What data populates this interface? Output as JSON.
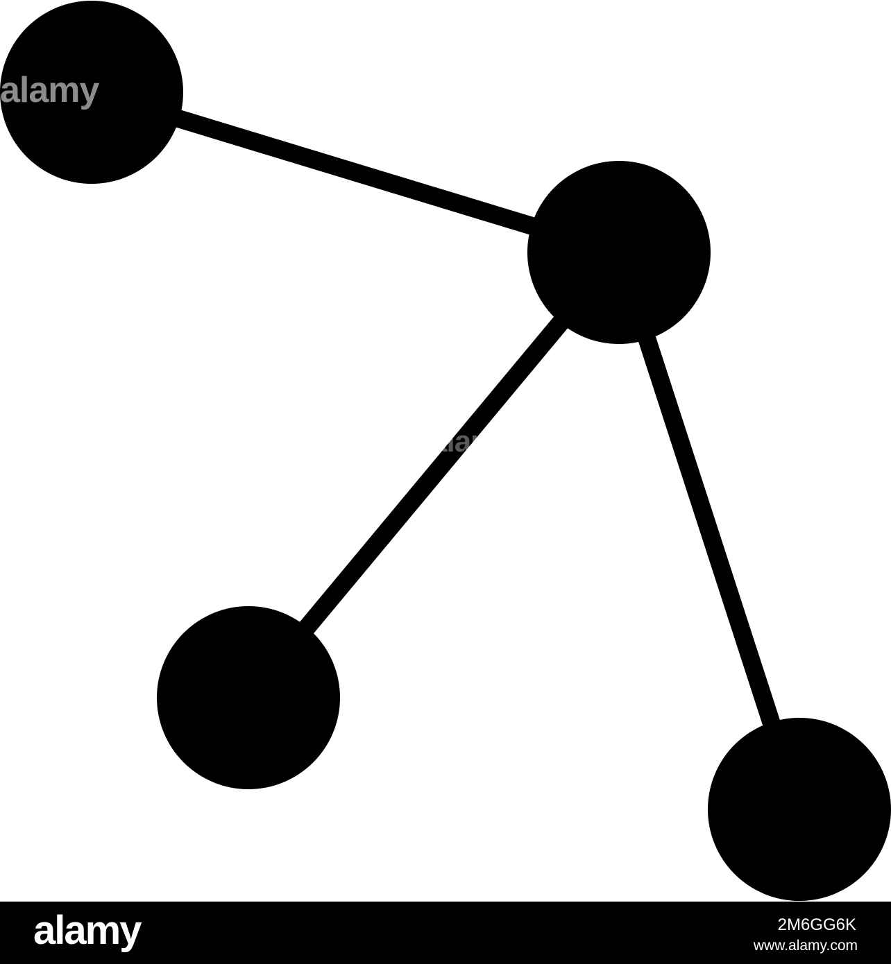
{
  "colors": {
    "background": "#ffffff",
    "network": "#000000",
    "footer_background": "#000000",
    "footer_text": "#ffffff"
  },
  "icon": "network-nodes-icon",
  "watermark": {
    "text": "alamy"
  },
  "footer": {
    "logo_text": "alamy",
    "image_id": "2M6GG6K",
    "site": "www.alamy.com"
  }
}
